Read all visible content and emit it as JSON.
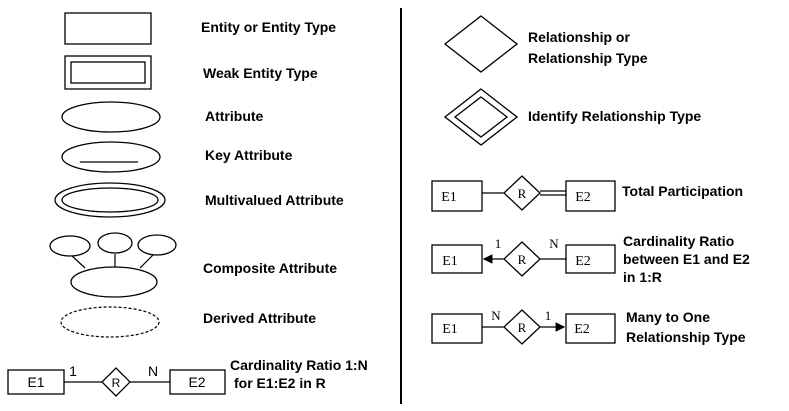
{
  "left": {
    "entity": "Entity or Entity Type",
    "weak_entity": "Weak Entity Type",
    "attribute": "Attribute",
    "key_attribute": "Key Attribute",
    "multivalued": "Multivalued Attribute",
    "composite": "Composite Attribute",
    "derived": "Derived Attribute",
    "card_1n": {
      "e1": "E1",
      "one": "1",
      "r": "R",
      "n": "N",
      "e2": "E2",
      "line1": "Cardinality Ratio 1:N",
      "line2": "for E1:E2 in R"
    }
  },
  "right": {
    "relationship": {
      "line1": "Relationship or",
      "line2": "Relationship Type"
    },
    "identify": "Identify Relationship Type",
    "total": {
      "e1": "E1",
      "r": "R",
      "e2": "E2",
      "label": "Total Participation"
    },
    "card": {
      "e1": "E1",
      "one": "1",
      "r": "R",
      "n": "N",
      "e2": "E2",
      "line1": "Cardinality Ratio",
      "line2": "between E1 and E2",
      "line3": "in 1:R"
    },
    "many": {
      "e1": "E1",
      "n": "N",
      "r": "R",
      "one": "1",
      "e2": "E2",
      "line1": "Many to One",
      "line2": "Relationship Type"
    }
  }
}
